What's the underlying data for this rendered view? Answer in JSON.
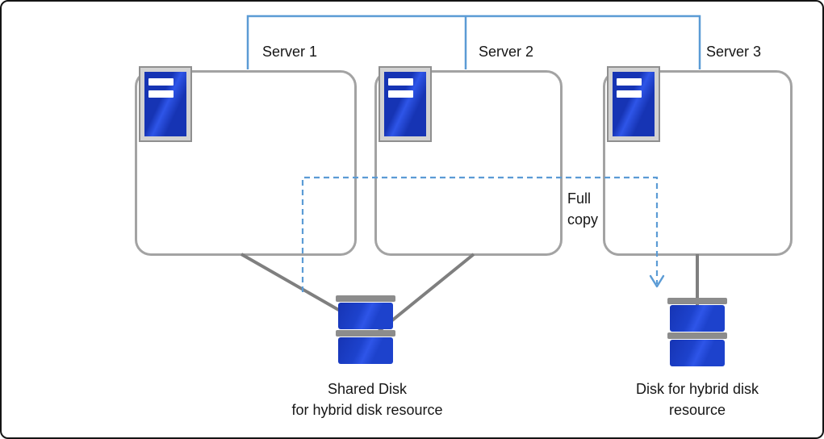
{
  "diagram": {
    "servers": [
      {
        "label": "Server 1"
      },
      {
        "label": "Server 2"
      },
      {
        "label": "Server 3"
      }
    ],
    "full_copy": {
      "line1": "Full",
      "line2": "copy"
    },
    "shared_disk": {
      "caption_line1": "Shared Disk",
      "caption_line2": "for hybrid disk resource"
    },
    "hybrid_disk": {
      "caption_line1": "Disk for hybrid disk",
      "caption_line2": "resource"
    },
    "icons": {
      "server_icon": "server-tower-icon",
      "shared_disk_icon": "disk-stack-icon",
      "hybrid_disk_icon": "disk-stack-icon",
      "full_copy_arrow": "dashed-arrow-down-icon"
    },
    "colors": {
      "network_blue": "#5B9BD5",
      "connector_gray": "#7F7F7F",
      "box_border_gray": "#A3A3A3",
      "device_blue": "#1D42CC",
      "device_frame_gray": "#D2D2D2"
    }
  }
}
